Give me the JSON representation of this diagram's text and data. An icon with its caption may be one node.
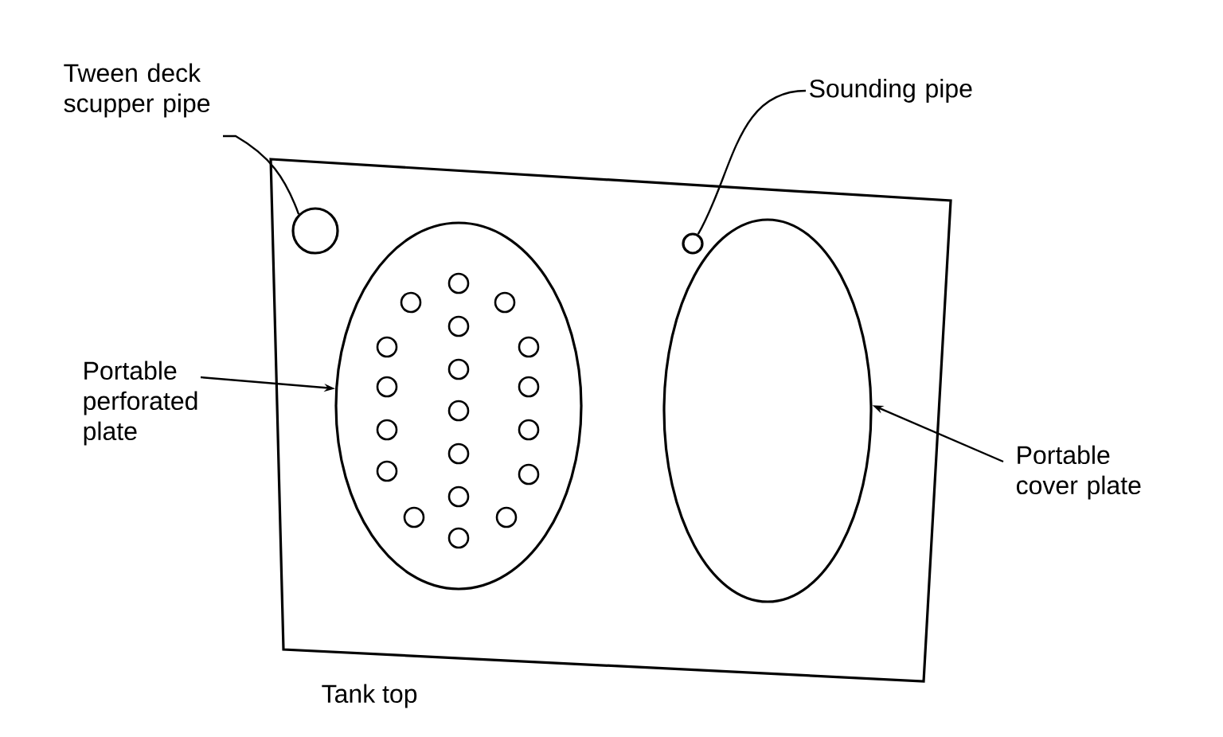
{
  "diagram": {
    "nodes": [
      {
        "text": [
          "Tank top"
        ]
      },
      {
        "text": [
          "Tween deck scupper pipe"
        ]
      },
      {
        "text": [],
        "shape": "circle",
        "in": 0
      },
      {
        "text": [
          "Sounding pipe"
        ]
      },
      {
        "text": [],
        "shape": "circle",
        "in": 0
      },
      {
        "text": [
          "Portable perforated plate"
        ]
      },
      {
        "text": [],
        "shape": "ellipse",
        "in": 0
      },
      {
        "text": [
          "Portable cover plate"
        ]
      },
      {
        "text": [],
        "shape": "ellipse",
        "in": 0
      }
    ],
    "edges": [
      {
        "from": 1,
        "to": 2,
        "arrow": "none"
      },
      {
        "from": 3,
        "to": 4,
        "arrow": "none"
      },
      {
        "from": 5,
        "to": 6,
        "arrow": "to"
      },
      {
        "from": 7,
        "to": 8,
        "arrow": "to"
      }
    ]
  }
}
